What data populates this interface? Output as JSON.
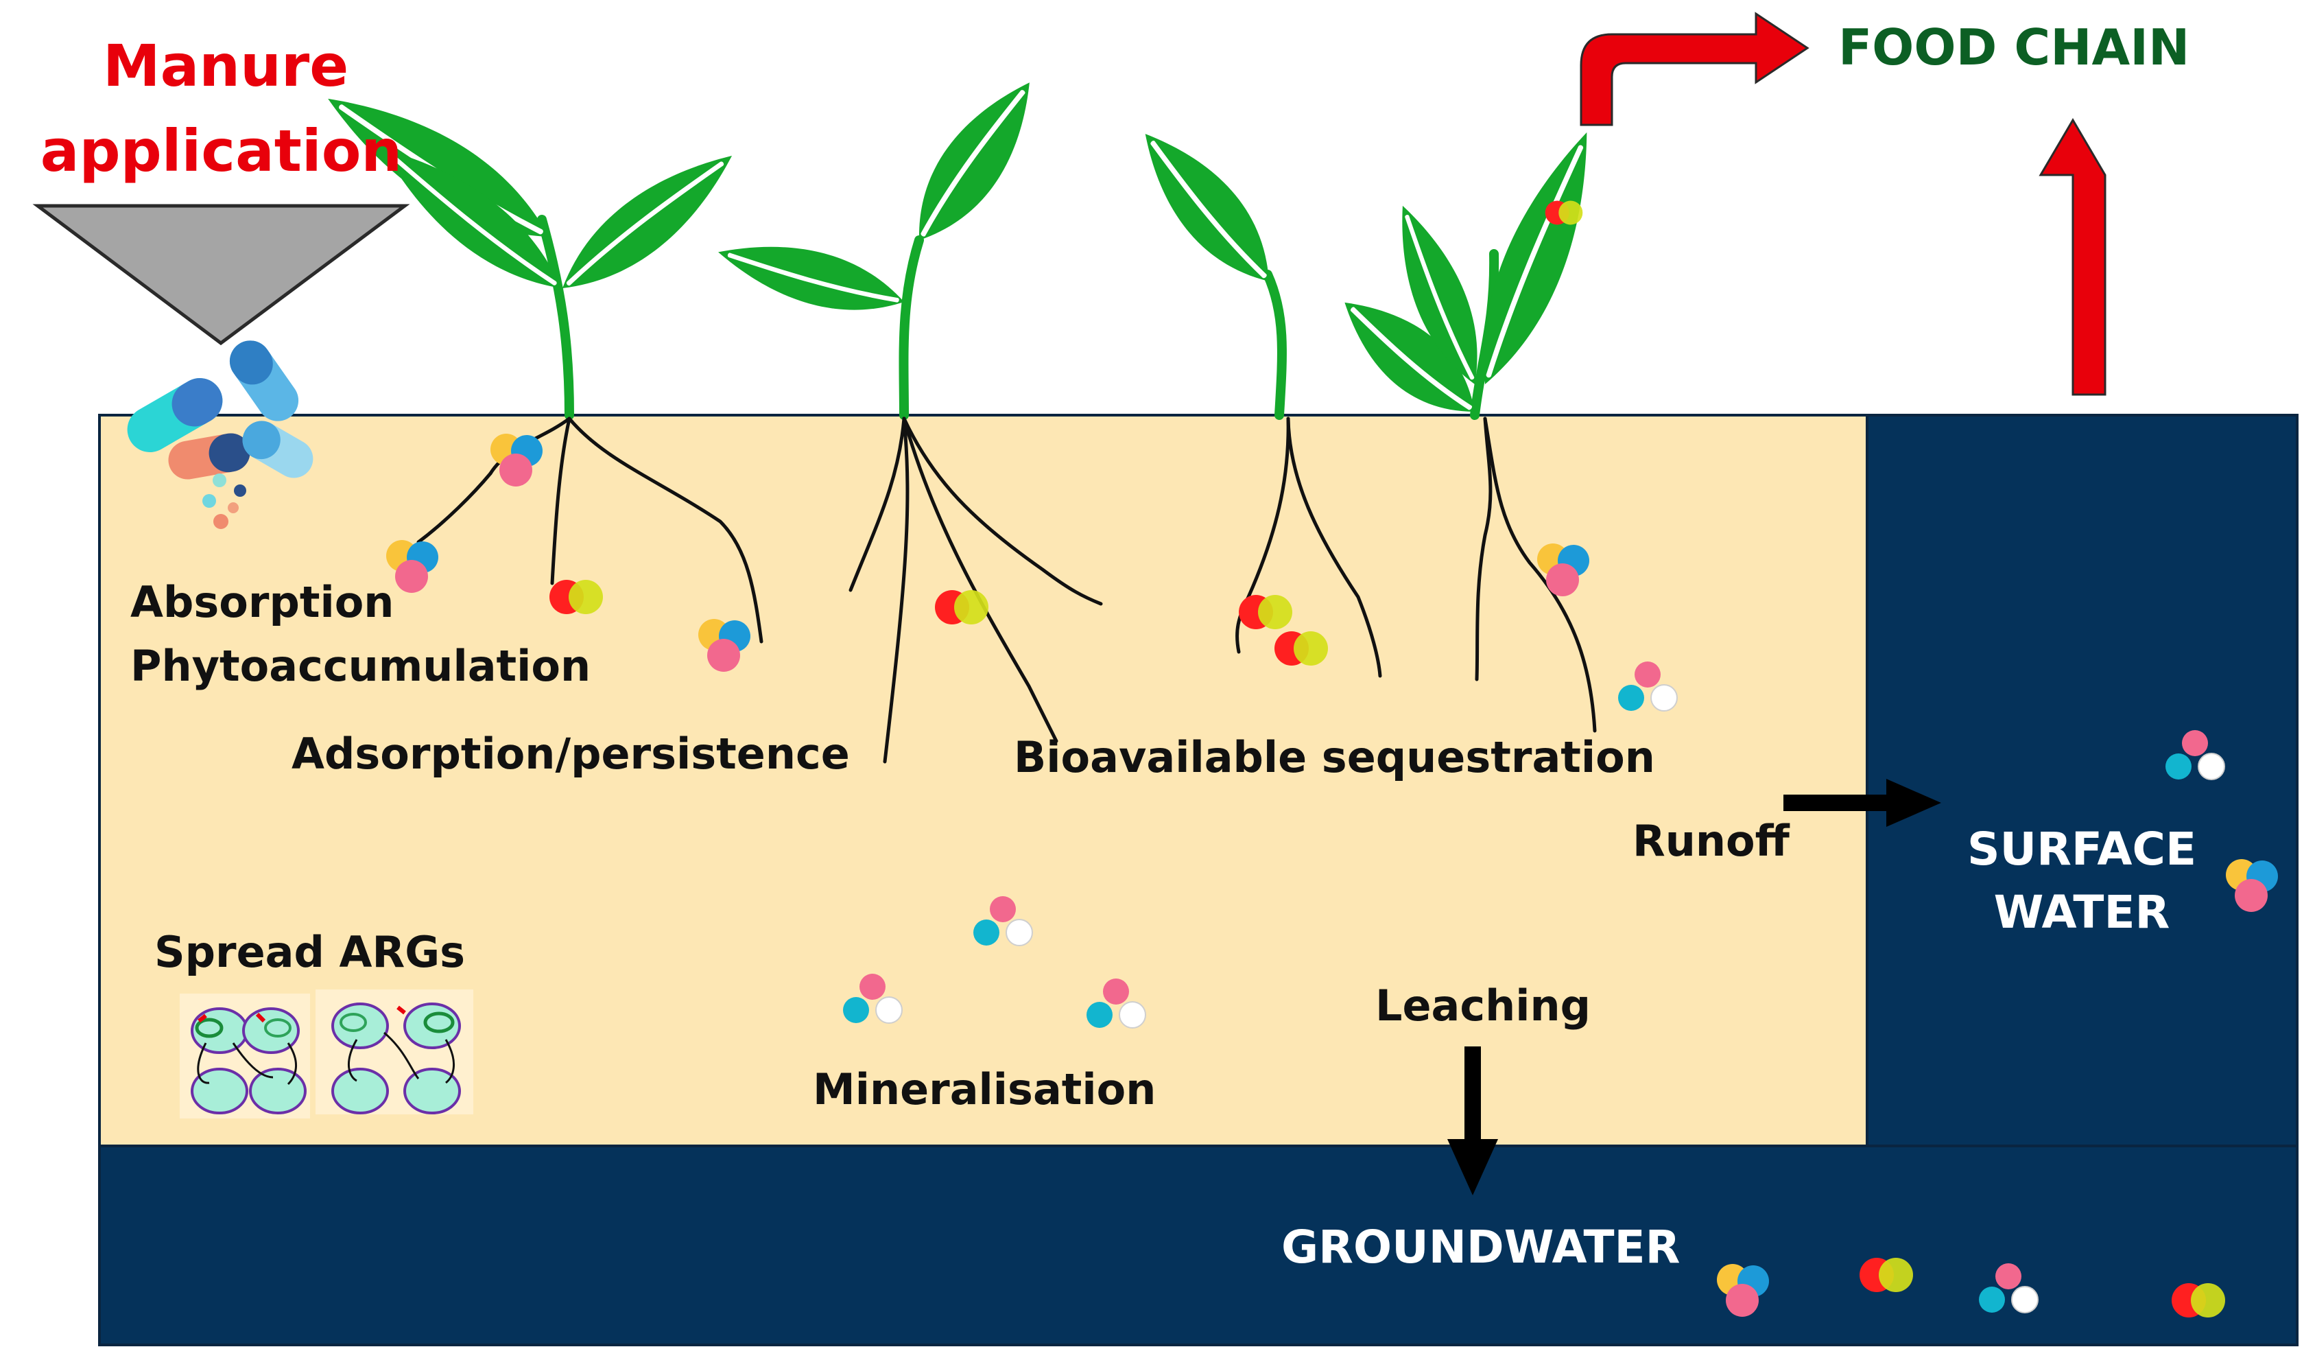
{
  "title": {
    "line1": "Manure",
    "line2": "application"
  },
  "food_chain": "FOOD CHAIN",
  "soil_labels": {
    "absorption": "Absorption",
    "phytoaccumulation": "Phytoaccumulation",
    "adsorption": "Adsorption/persistence",
    "bioavailable": "Bioavailable sequestration",
    "runoff": "Runoff",
    "spread_args": "Spread ARGs",
    "mineralisation": "Mineralisation",
    "leaching": "Leaching"
  },
  "water_labels": {
    "surface_line1": "SURFACE",
    "surface_line2": "WATER",
    "groundwater": "GROUNDWATER"
  },
  "colors": {
    "soil": "#fde7b4",
    "water": "#05325a",
    "leaf": "#14a82b",
    "arrow_red": "#e8000b",
    "title_red": "#e8000b",
    "food_chain_green": "#0c5f24",
    "particle_red": "#ff2020",
    "particle_yellow": "#d4df1a",
    "particle_orange": "#f9c43b",
    "particle_blue": "#1d9ad8",
    "particle_pink": "#f2688e",
    "particle_cyan": "#12b5cf",
    "particle_white": "#ffffff"
  }
}
